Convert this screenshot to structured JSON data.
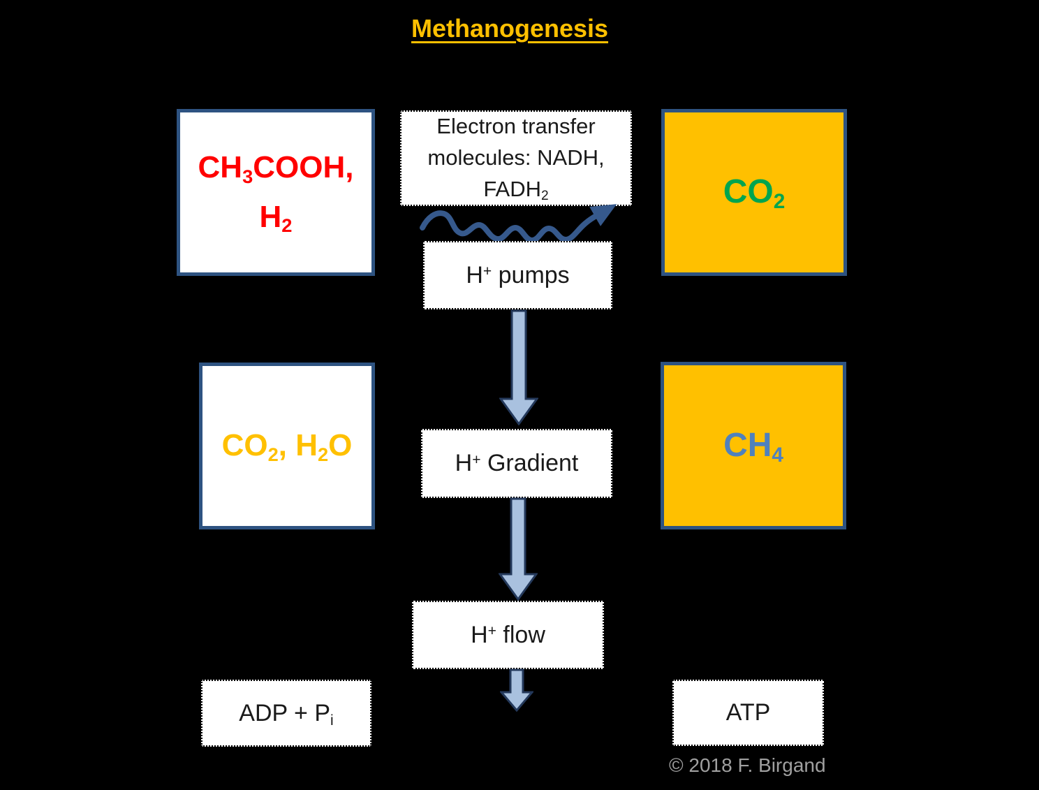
{
  "title": {
    "text": "Methanogenesis"
  },
  "colors": {
    "background": "#000000",
    "title_gold": "#FFC000",
    "box_border_blue": "#2E5381",
    "reactants_red": "#FF0000",
    "product_box_gold": "#FFC000",
    "co2_green": "#00A54F",
    "ch4_blue": "#4F81BD",
    "block_arrow_fill": "#A9C1DF",
    "block_arrow_outline": "#24395B",
    "wavy_arrow_blue": "#36598C",
    "copyright_gray": "#A0A0A0"
  },
  "boxes": {
    "reactants": {
      "rich": [
        {
          "t": "CH"
        },
        {
          "t": "3",
          "s": "sub"
        },
        {
          "t": "COOH,"
        },
        {
          "b": true
        },
        {
          "t": "H"
        },
        {
          "t": "2",
          "s": "sub"
        }
      ]
    },
    "electron_transfer": {
      "rich": [
        {
          "t": "Electron transfer"
        },
        {
          "b": true
        },
        {
          "t": "molecules: NADH,"
        },
        {
          "b": true
        },
        {
          "t": "FADH"
        },
        {
          "t": "2",
          "s": "sub"
        }
      ]
    },
    "co2_product": {
      "rich": [
        {
          "t": "CO"
        },
        {
          "t": "2",
          "s": "sub"
        }
      ]
    },
    "h_pumps": {
      "rich": [
        {
          "t": "H"
        },
        {
          "t": "+",
          "s": "sup"
        },
        {
          "t": " pumps"
        }
      ]
    },
    "co2_h2o": {
      "rich": [
        {
          "t": "CO"
        },
        {
          "t": "2",
          "s": "sub"
        },
        {
          "t": ", H"
        },
        {
          "t": "2",
          "s": "sub"
        },
        {
          "t": "O"
        }
      ]
    },
    "h_gradient": {
      "rich": [
        {
          "t": "H"
        },
        {
          "t": "+",
          "s": "sup"
        },
        {
          "t": " Gradient"
        }
      ]
    },
    "ch4_product": {
      "rich": [
        {
          "t": "CH"
        },
        {
          "t": "4",
          "s": "sub"
        }
      ]
    },
    "h_flow": {
      "rich": [
        {
          "t": "H"
        },
        {
          "t": "+",
          "s": "sup"
        },
        {
          "t": " flow"
        }
      ]
    },
    "adp_pi": {
      "rich": [
        {
          "t": "ADP + P"
        },
        {
          "t": "i",
          "s": "sub"
        }
      ]
    },
    "atp": {
      "label": "ATP"
    }
  },
  "footer": {
    "copyright": "© 2018 F. Birgand"
  }
}
